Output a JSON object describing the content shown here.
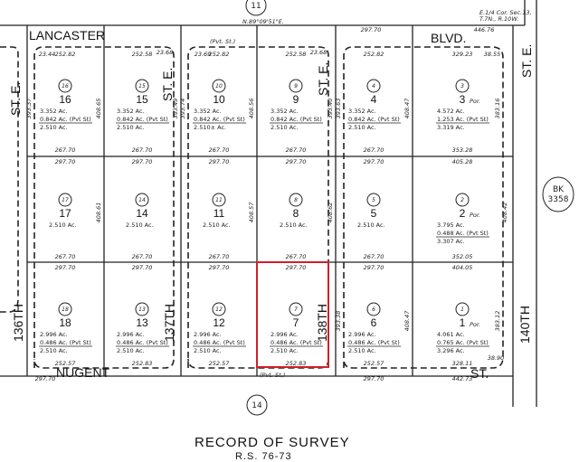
{
  "highlight_color": "#d0202a",
  "streets": {
    "lancaster": "LANCASTER",
    "blvd": "BLVD.",
    "st_e": "ST. E.",
    "s136": "136TH",
    "s137": "137TH",
    "s138": "138TH",
    "s140": "140TH",
    "nugent": "NUGENT",
    "st": "ST.",
    "pvt_st": "(Pvt. St.)"
  },
  "refs": {
    "top_map": "11",
    "bottom_map": "14",
    "book_prefix": "BK",
    "book_number": "3358",
    "bearing": "N.89°09'51\"E.",
    "corner_note_1": "E.1/4 Cor. Sec.13,",
    "corner_note_2": "T.7N., R.10W."
  },
  "title": "RECORD OF SURVEY",
  "subtitle": "R.S. 76-73",
  "lots": [
    {
      "num": "16",
      "lines": [
        "3.352 Ac.",
        "0.842 Ac. (Pvt St)",
        "2.510 Ac."
      ]
    },
    {
      "num": "15",
      "lines": [
        "3.352 Ac.",
        "0.842 Ac. (Pvt St)",
        "2.510 Ac."
      ]
    },
    {
      "num": "10",
      "lines": [
        "3.352 Ac.",
        "0.842 Ac. (Pvt St)",
        "2.510± Ac."
      ]
    },
    {
      "num": "9",
      "lines": [
        "3.352 Ac.",
        "0.842 Ac. (Pvt St)",
        "2.510 Ac."
      ]
    },
    {
      "num": "4",
      "lines": [
        "3.352 Ac.",
        "0.842 Ac. (Pvt St)",
        "2.510 Ac."
      ]
    },
    {
      "num": "3",
      "suffix": "Por.",
      "lines": [
        "4.572 Ac.",
        "1.253 Ac. (Pvt St)",
        "3.319 Ac."
      ]
    },
    {
      "num": "17",
      "lines": [
        "2.510 Ac."
      ]
    },
    {
      "num": "14",
      "lines": [
        "2.510 Ac."
      ]
    },
    {
      "num": "11",
      "lines": [
        "2.510 Ac."
      ]
    },
    {
      "num": "8",
      "lines": [
        "2.510 Ac."
      ]
    },
    {
      "num": "5",
      "lines": [
        "2.510 Ac."
      ]
    },
    {
      "num": "2",
      "suffix": "Por.",
      "lines": [
        "3.795 Ac.",
        "0.488 Ac. (Pvt St)",
        "3.307 Ac."
      ]
    },
    {
      "num": "18",
      "lines": [
        "2.996 Ac.",
        "0.486 Ac. (Pvt St)",
        "2.510 Ac."
      ]
    },
    {
      "num": "13",
      "lines": [
        "2.996 Ac.",
        "0.486 Ac. (Pvt St)",
        "2.510 Ac."
      ]
    },
    {
      "num": "12",
      "lines": [
        "2.996 Ac.",
        "0.486 Ac. (Pvt St)",
        "2.510 Ac."
      ]
    },
    {
      "num": "7",
      "lines": [
        "2.996 Ac.",
        "0.486 Ac. (Pvt St)",
        "2.510 Ac."
      ]
    },
    {
      "num": "6",
      "lines": [
        "2.996 Ac.",
        "0.486 Ac. (Pvt St)",
        "2.510 Ac."
      ]
    },
    {
      "num": "1",
      "suffix": "Por.",
      "lines": [
        "4.061 Ac.",
        "0.765 Ac. (Pvt St)",
        "3.296 Ac."
      ]
    }
  ],
  "dimensions": {
    "top": [
      "252.82",
      "252.58",
      "252.82",
      "252.58",
      "252.82",
      "329.23",
      "297.70",
      "446.76"
    ],
    "row1_bottom": [
      "267.70",
      "267.70",
      "267.70",
      "267.70",
      "267.70",
      "353.28"
    ],
    "row2_top": [
      "297.70",
      "297.70",
      "297.70",
      "297.70",
      "297.70",
      "405.28"
    ],
    "row2_bottom": [
      "267.70",
      "267.70",
      "267.70",
      "267.70",
      "267.70",
      "352.05"
    ],
    "row3_top": [
      "297.70",
      "297.70",
      "297.70",
      "297.70",
      "297.70",
      "404.05"
    ],
    "bottom": [
      "252.57",
      "252.83",
      "252.57",
      "252.83",
      "252.57",
      "328.11"
    ],
    "bottom_outer": [
      "297.70",
      "297.70",
      "442.73"
    ],
    "curves": [
      "23.44",
      "23.68",
      "23.69",
      "23.68",
      "38.55",
      "38.90"
    ],
    "sides": [
      "393.37",
      "408.65",
      "393.49",
      "393.74",
      "408.56",
      "393.40",
      "393.63",
      "408.47",
      "383.16",
      "408.61",
      "408.57",
      "408.62",
      "408.42",
      "393.38",
      "408.47",
      "383.12"
    ]
  }
}
